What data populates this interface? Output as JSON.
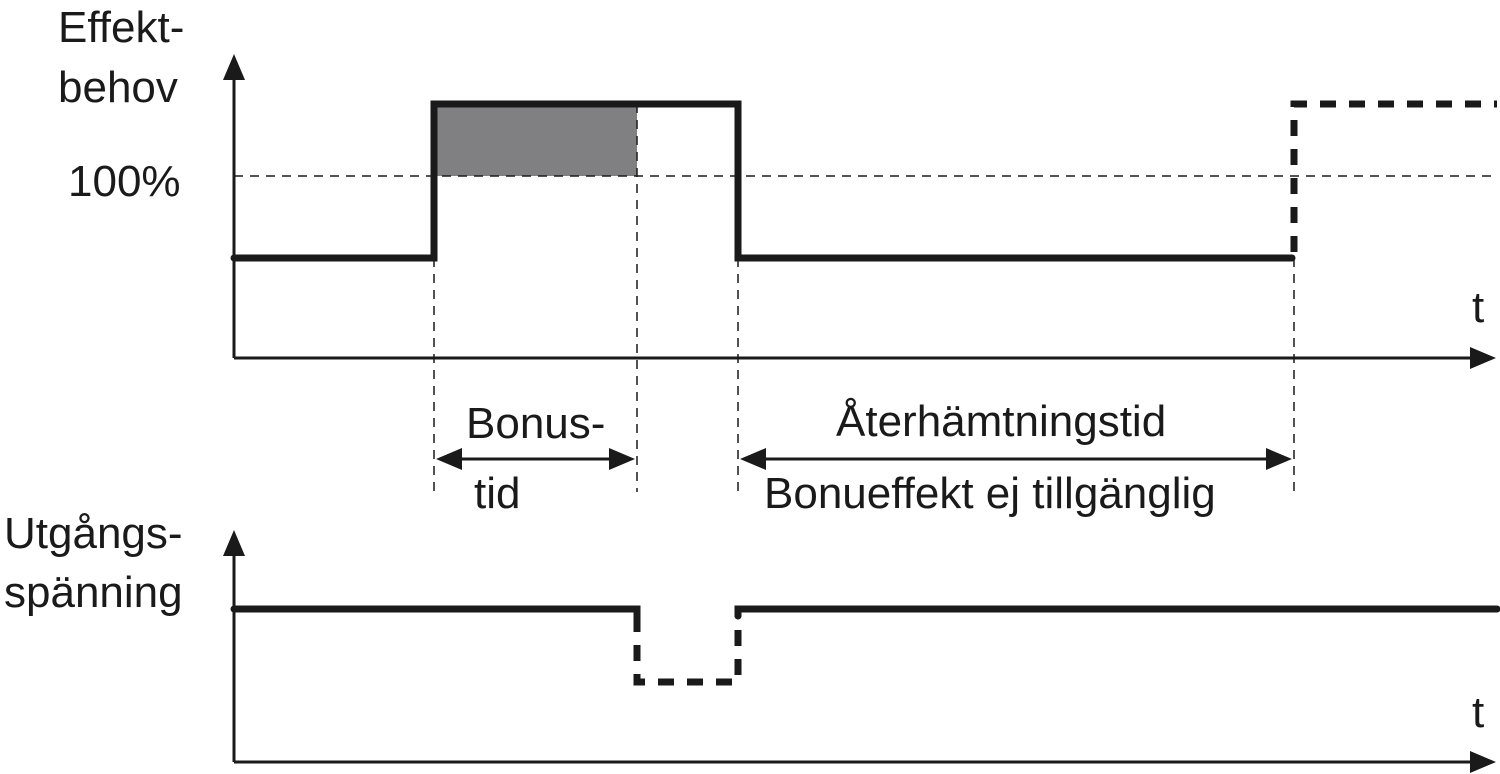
{
  "labels": {
    "top_y_line1": "Effekt-",
    "top_y_line2": "behov",
    "level_100": "100%",
    "top_x_axis": "t",
    "bonus_line1": "Bonus-",
    "bonus_line2": "tid",
    "recovery_line1": "Återhämtningstid",
    "recovery_line2": "Bonueffekt ej tillgänglig",
    "bottom_y_line1": "Utgångs-",
    "bottom_y_line2": "spänning",
    "bottom_x_axis": "t"
  },
  "colors": {
    "ink": "#1a1a1a",
    "bonus_area_fill": "#808083"
  }
}
